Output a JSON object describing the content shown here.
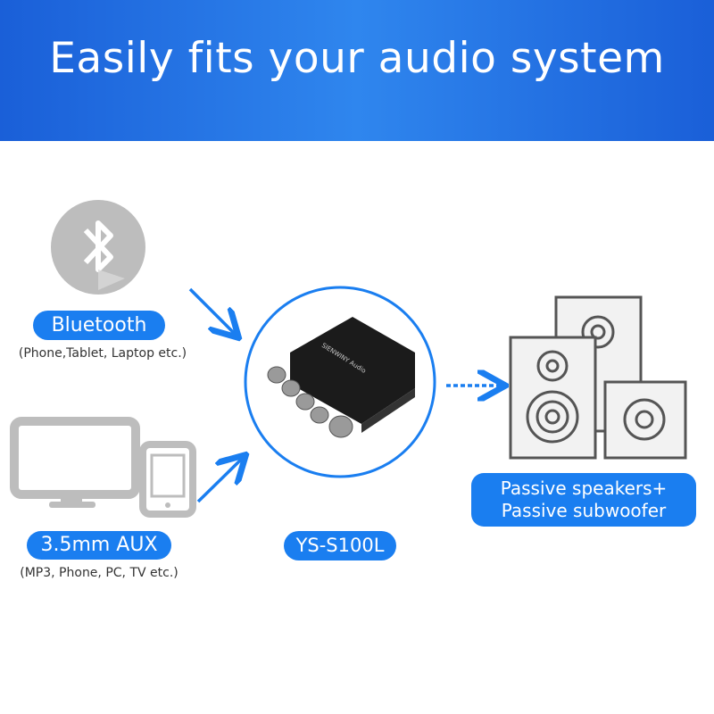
{
  "header": {
    "title": "Easily fits your audio system"
  },
  "inputs": [
    {
      "label": "Bluetooth",
      "sub": "(Phone,Tablet, Laptop etc.)",
      "icon": "bluetooth-icon"
    },
    {
      "label": "3.5mm AUX",
      "sub": "(MP3, Phone, PC, TV etc.)",
      "icon": "monitor-phone-icon"
    }
  ],
  "device": {
    "label": "YS-S100L",
    "brand": "SIENWINY Audio"
  },
  "output": {
    "line1": "Passive speakers+",
    "line2": "Passive subwoofer"
  },
  "colors": {
    "accent": "#1a7ef0",
    "header": "#2a7be8",
    "icon_gray": "#bdbdbd"
  }
}
